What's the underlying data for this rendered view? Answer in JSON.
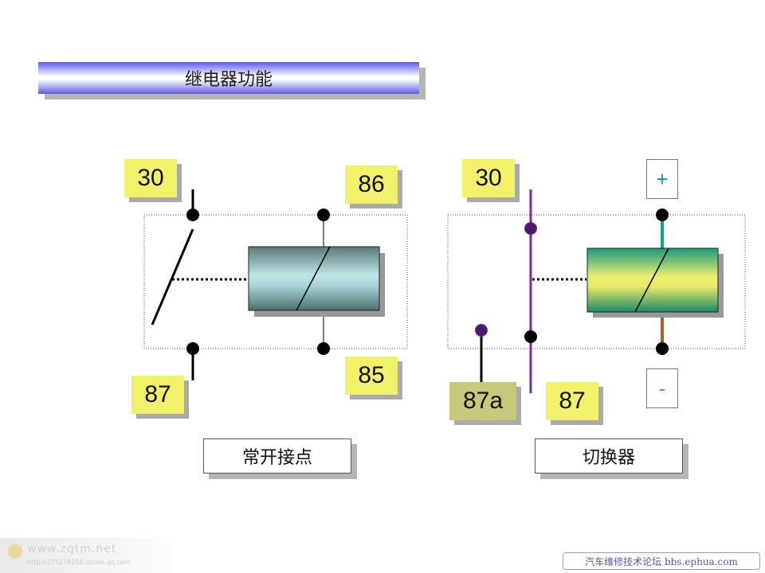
{
  "title": "继电器功能",
  "left": {
    "labels": {
      "t30": "30",
      "t86": "86",
      "t87": "87",
      "t85": "85"
    },
    "caption": "常开接点"
  },
  "right": {
    "labels": {
      "t30": "30",
      "t87a": "87a",
      "t87": "87"
    },
    "plus": "+",
    "minus": "-",
    "caption": "切换器"
  },
  "colors": {
    "label_yellow": "#f2f26a",
    "label_gray": "#c8c87a",
    "coil_left": "#a8d8da",
    "coil_right": "#e8e86a",
    "switch_purple": "#7a2aa6",
    "plus_wire": "#1a9aa0",
    "minus_wire": "#a0642a",
    "plus_text": "#1a9aa0",
    "minus_text": "#cc7722"
  },
  "watermark": {
    "left_main": "www.zqtm.net",
    "left_sub": "http://275278258.qzone.qq.com",
    "right": "汽车维修技术论坛 bbs.ephua.com"
  }
}
